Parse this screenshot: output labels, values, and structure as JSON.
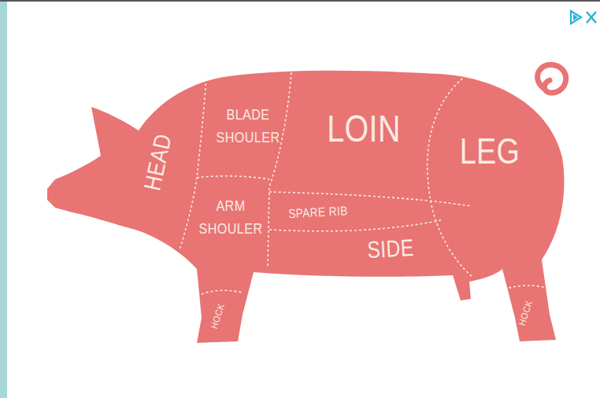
{
  "diagram": {
    "labels": [
      "HEAD",
      "BLADE SHOULER",
      "LOIN",
      "LEG",
      "ARM SHOULER",
      "SPARE RIB",
      "SIDE",
      "HOCK",
      "HOCK"
    ]
  }
}
